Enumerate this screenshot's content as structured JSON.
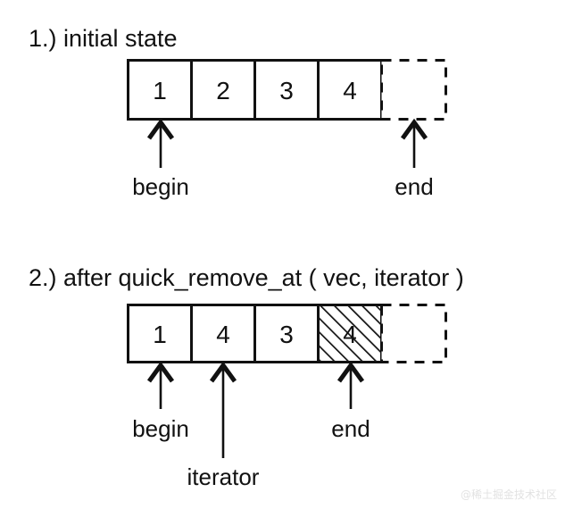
{
  "page": {
    "background_color": "#ffffff",
    "ink_color": "#111111",
    "watermark": "@稀土掘金技术社区"
  },
  "diagram": {
    "type": "vector-container-diagram",
    "title_of_concept": "quick_remove_at",
    "steps": [
      {
        "id": "step-1",
        "label": "1.) initial state",
        "array": {
          "cells": [
            {
              "value": "1",
              "style": "solid"
            },
            {
              "value": "2",
              "style": "solid"
            },
            {
              "value": "3",
              "style": "solid"
            },
            {
              "value": "4",
              "style": "solid"
            },
            {
              "value": "",
              "style": "dashed"
            }
          ]
        },
        "pointers": [
          {
            "label": "begin",
            "target_cell_index": 0
          },
          {
            "label": "end",
            "target_cell_index": 4
          }
        ]
      },
      {
        "id": "step-2",
        "label": "2.) after quick_remove_at ( vec, iterator )",
        "array": {
          "cells": [
            {
              "value": "1",
              "style": "solid"
            },
            {
              "value": "4",
              "style": "solid"
            },
            {
              "value": "3",
              "style": "solid"
            },
            {
              "value": "4",
              "style": "hatched"
            },
            {
              "value": "",
              "style": "dashed"
            }
          ]
        },
        "pointers": [
          {
            "label": "begin",
            "target_cell_index": 0
          },
          {
            "label": "iterator",
            "target_cell_index": 1
          },
          {
            "label": "end",
            "target_cell_index": 3
          }
        ]
      }
    ]
  }
}
